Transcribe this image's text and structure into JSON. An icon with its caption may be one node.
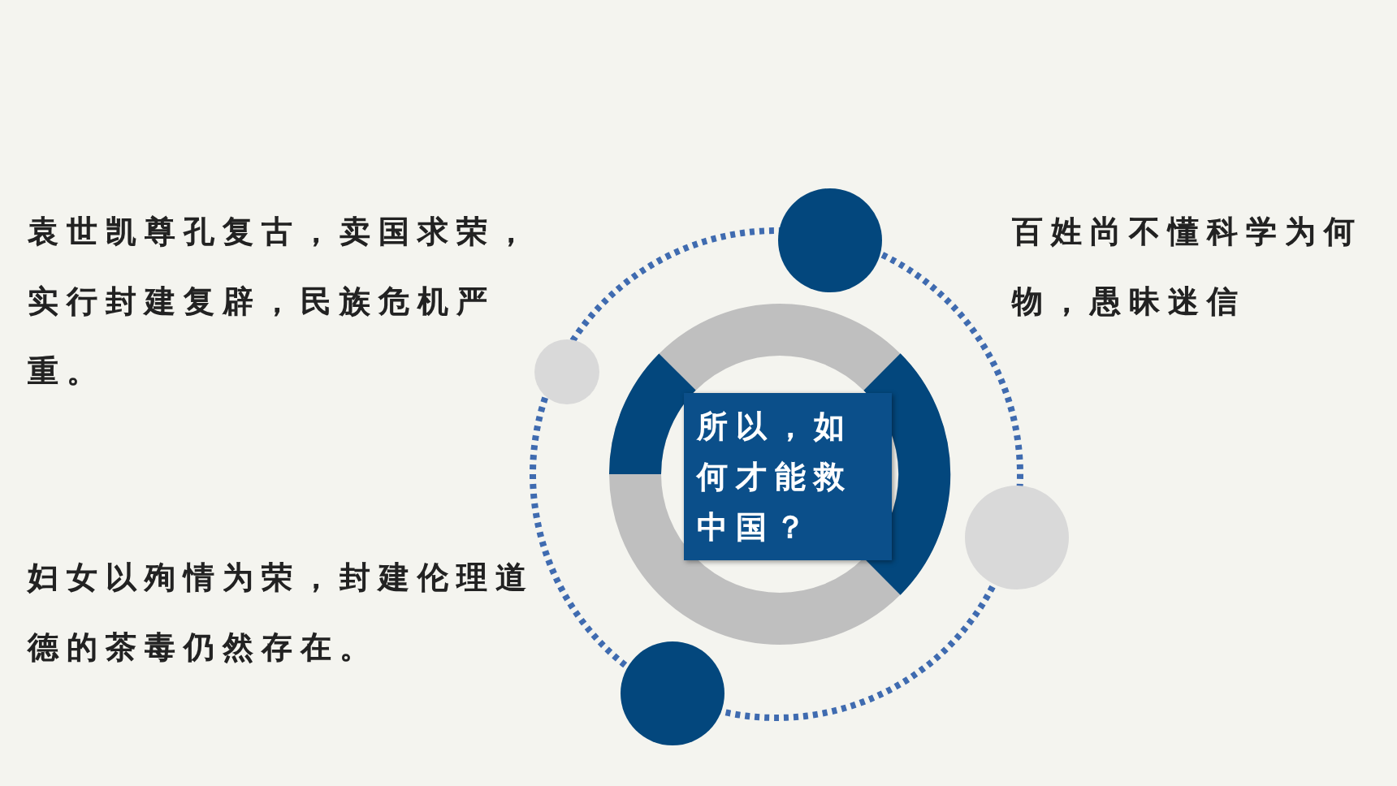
{
  "diagram": {
    "nodes": [
      {
        "text": [
          "所以，如何才能救中国？"
        ]
      }
    ],
    "labels": [
      "袁世凯尊孔复古，卖国求荣，实行封建复辟，民族危机严重。",
      "百姓尚不懂科学为何物，愚昧迷信",
      "妇女以殉情为荣，封建伦理道德的茶毒仍然存在。"
    ]
  }
}
